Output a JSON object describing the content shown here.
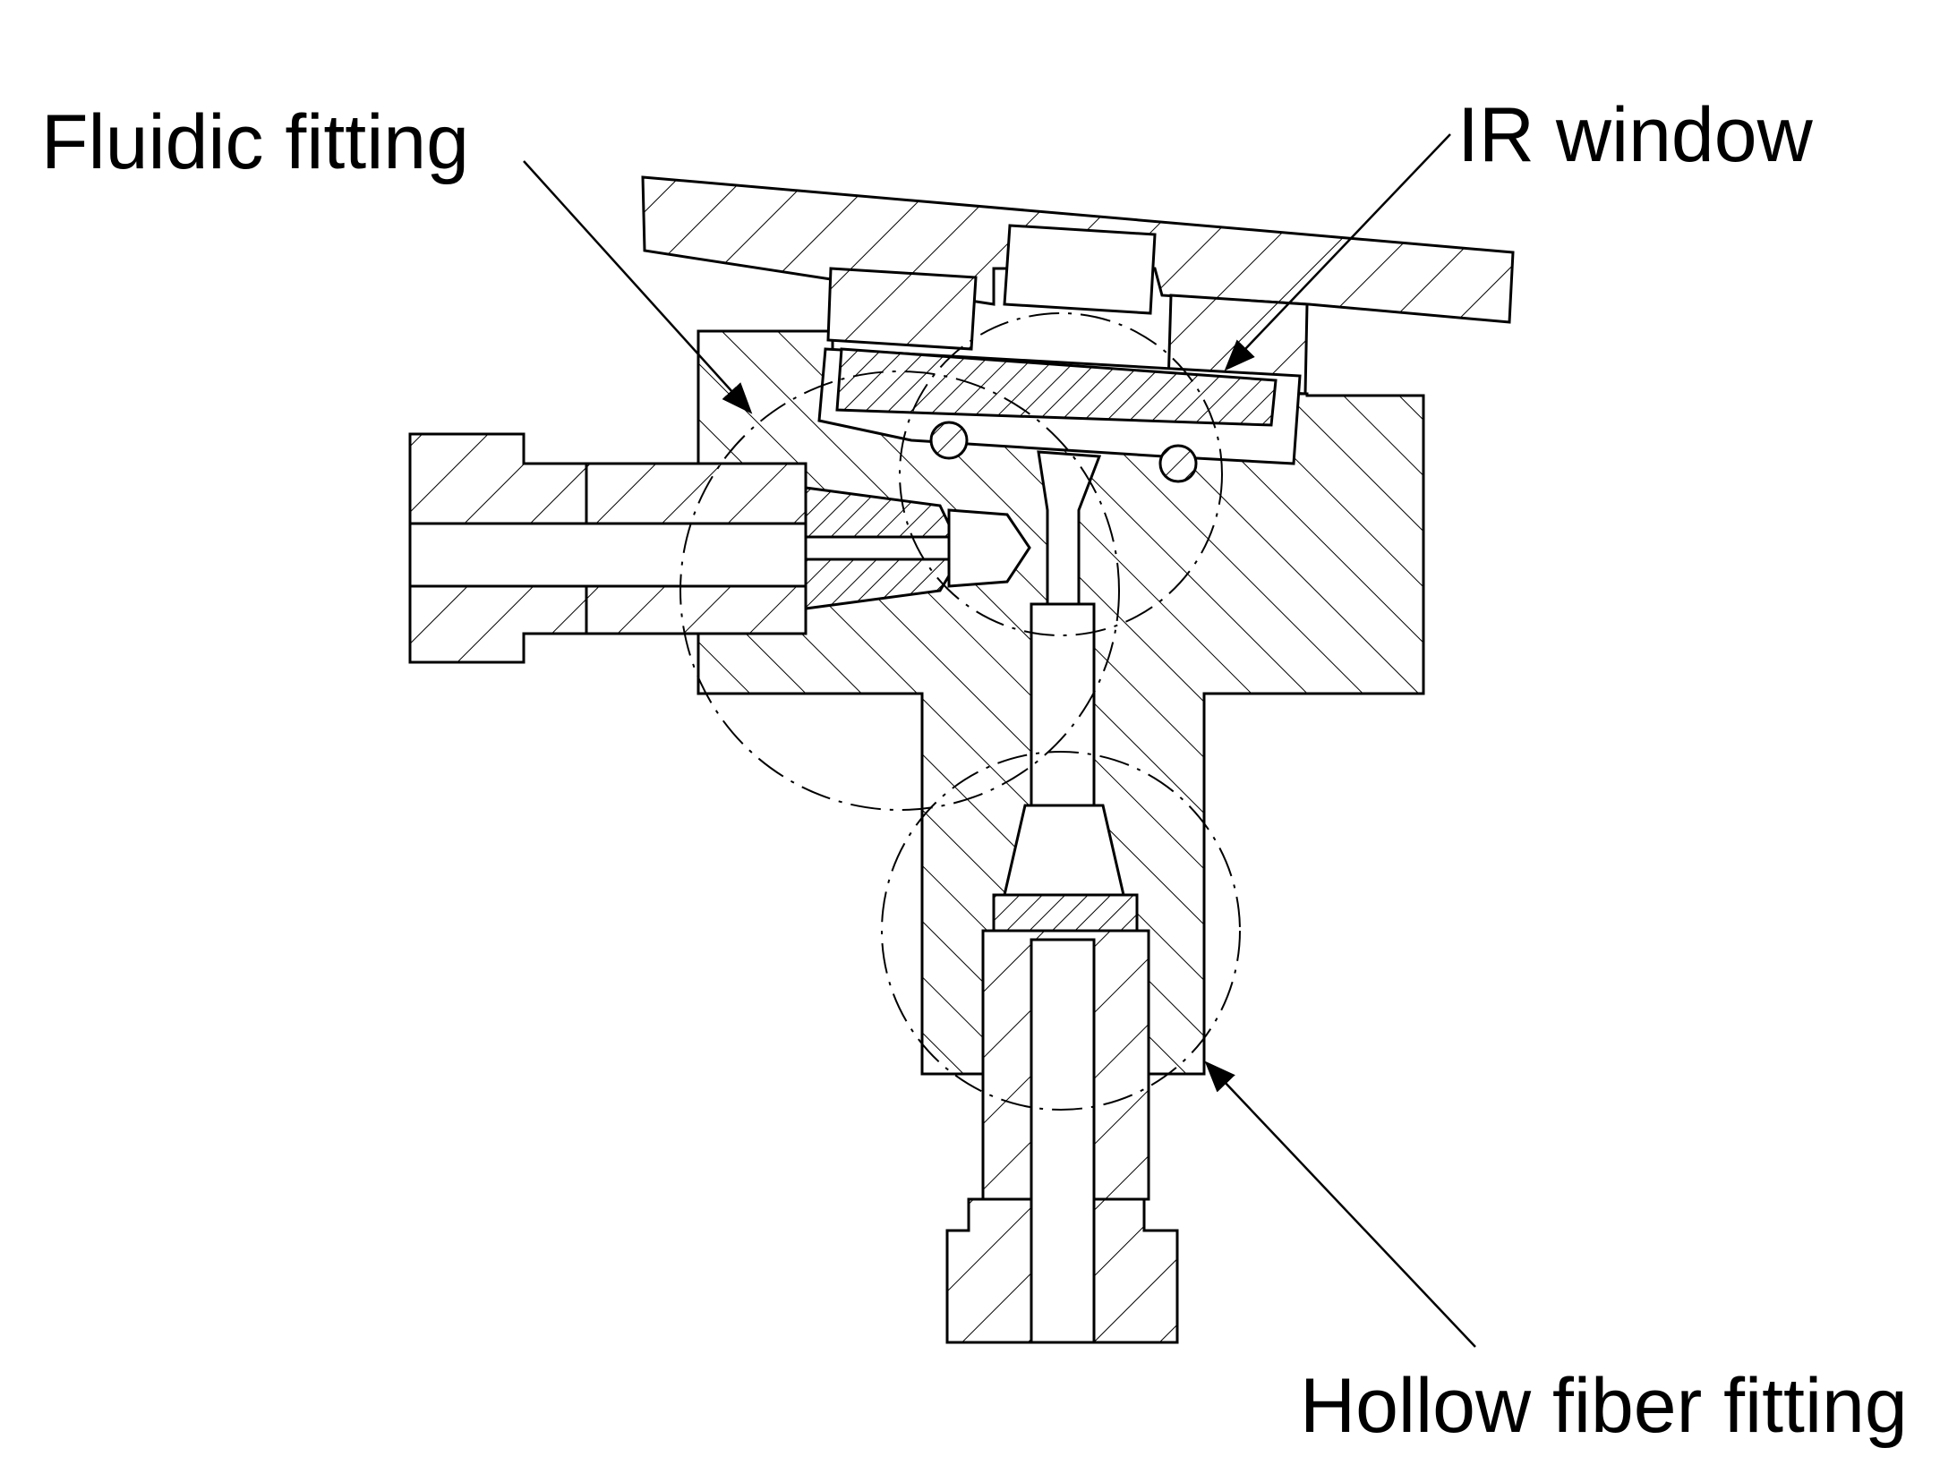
{
  "labels": {
    "fluidic_fitting": "Fluidic fitting",
    "ir_window": "IR window",
    "hollow_fiber_fitting": "Hollow fiber fitting"
  },
  "style": {
    "line_color": "#000000",
    "background": "#ffffff"
  }
}
